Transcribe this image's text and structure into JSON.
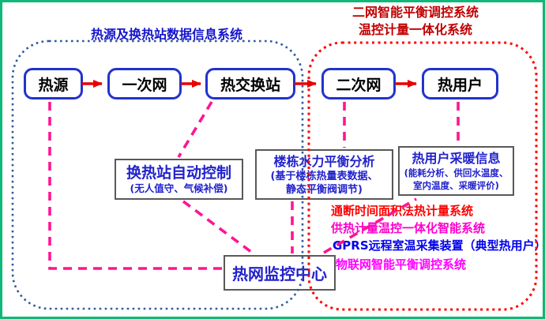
{
  "titles": {
    "left": "热源及换热站数据信息系统",
    "right_line1": "二网智能平衡调控系统",
    "right_line2": "温控计量一体化系统"
  },
  "flow_boxes": [
    "热源",
    "一次网",
    "热交换站",
    "二次网",
    "热用户"
  ],
  "sub_boxes": [
    {
      "title": "换热站自动控制",
      "line1": "(无人值守、气候补偿)"
    },
    {
      "title": "楼栋水力平衡分析",
      "line1": "(基于楼栋热量表数据、",
      "line2": "静态平衡阀调节)"
    },
    {
      "title": "热用户采暖信息",
      "line1": "(能耗分析、供回水温度、",
      "line2": "室内温度、采暖评价)"
    },
    {
      "title": "热网监控中心"
    }
  ],
  "annotations": [
    {
      "text": "通断时间面积法热计量系统",
      "color": "#ff0000"
    },
    {
      "text": "供热计量温控一体化智能系统",
      "color": "#ff00cc"
    },
    {
      "text": "GPRS远程室温采集装置（典型热用户）",
      "color": "#0000ee"
    },
    {
      "text": "物联网智能平衡调控系统",
      "color": "#ff00ff"
    }
  ],
  "colors": {
    "outer_border_green": "#0fb878",
    "left_region_dotted": "#2e5b9e",
    "right_region_dotted": "#ff0000",
    "flow_box_border": "#2233cc",
    "flow_box_text": "#000000",
    "sub_box_border": "#595959",
    "sub_box_text": "#2222cc",
    "arrow_red": "#e90000",
    "connector_pink": "#ff1493",
    "left_title": "#1414cc",
    "right_title": "#c00000"
  }
}
